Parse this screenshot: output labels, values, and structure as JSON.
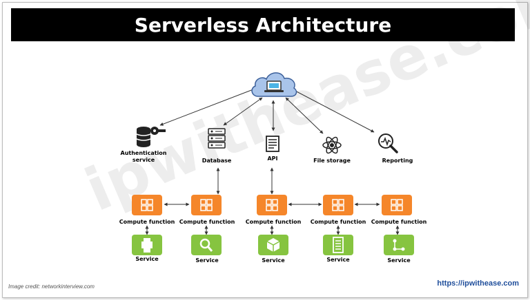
{
  "title": "Serverless Architecture",
  "watermark": "ipwithease.com",
  "cloud": {
    "icon": "laptop-cloud-icon"
  },
  "resources": [
    {
      "label": "Authentication\nservice",
      "icon": "database-key-icon"
    },
    {
      "label": "Database",
      "icon": "server-stack-icon"
    },
    {
      "label": "API",
      "icon": "document-icon"
    },
    {
      "label": "File storage",
      "icon": "atom-icon"
    },
    {
      "label": "Reporting",
      "icon": "magnifier-chart-icon"
    }
  ],
  "functions": [
    {
      "label": "Compute function",
      "icon": "grid-icon"
    },
    {
      "label": "Compute function",
      "icon": "grid-icon"
    },
    {
      "label": "Compute function",
      "icon": "grid-icon"
    },
    {
      "label": "Compute function",
      "icon": "grid-icon"
    },
    {
      "label": "Compute function",
      "icon": "grid-icon"
    }
  ],
  "services": [
    {
      "label": "Service",
      "icon": "printer-icon"
    },
    {
      "label": "Service",
      "icon": "search-icon"
    },
    {
      "label": "Service",
      "icon": "package-icon"
    },
    {
      "label": "Service",
      "icon": "list-icon"
    },
    {
      "label": "Service",
      "icon": "flow-icon"
    }
  ],
  "colors": {
    "function": "#f5862a",
    "service": "#86c440",
    "cloud": "#a9c4ea",
    "link": "#1f4e9b"
  },
  "footer": {
    "credit": "Image credit: networkinterview.com",
    "site": "https://ipwithease.com"
  }
}
